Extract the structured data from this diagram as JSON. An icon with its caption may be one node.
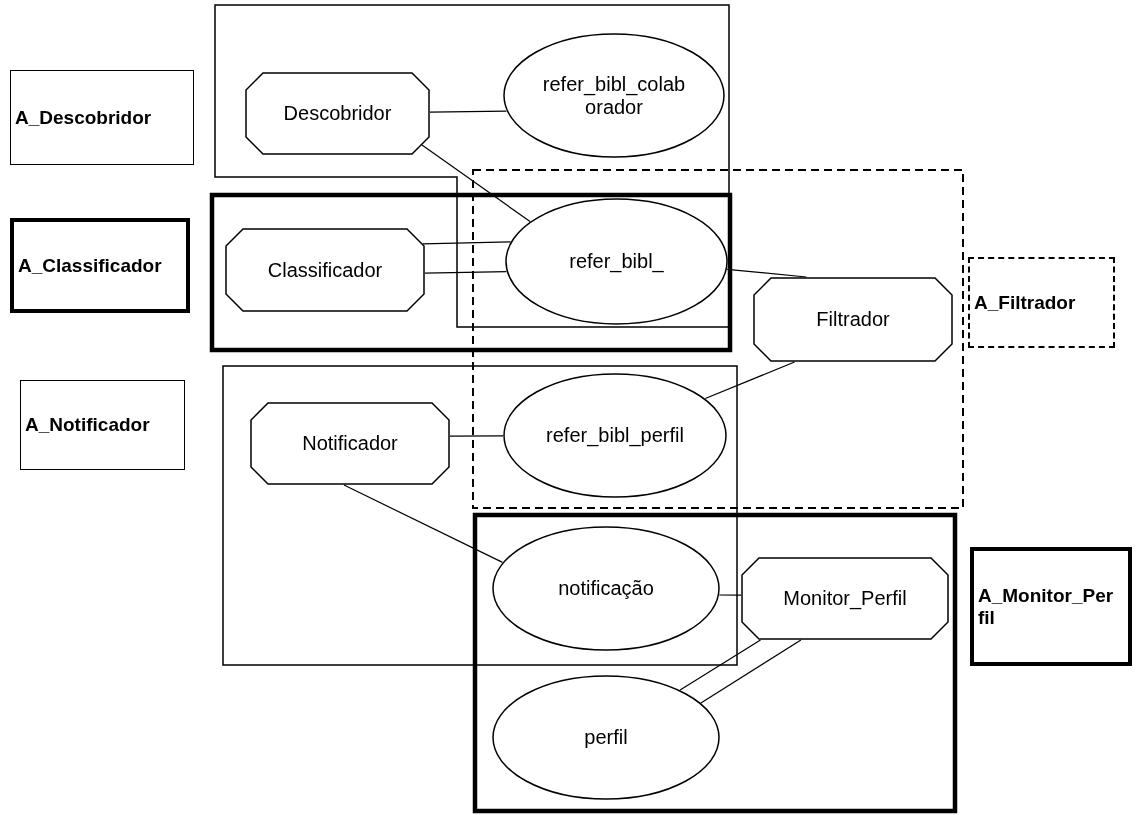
{
  "diagram": {
    "nodes": [
      {
        "text": [
          "A_Descobridor"
        ]
      },
      {
        "text": [
          "Descobridor"
        ]
      },
      {
        "text": [
          "refer_bibl_colaborador"
        ]
      },
      {
        "text": [
          "A_Classificador"
        ]
      },
      {
        "text": [
          "Classificador"
        ]
      },
      {
        "text": [
          "refer_bibl_"
        ]
      },
      {
        "text": [
          "Filtrador"
        ]
      },
      {
        "text": [
          "A_Filtrador"
        ]
      },
      {
        "text": [
          "A_Notificador"
        ]
      },
      {
        "text": [
          "Notificador"
        ]
      },
      {
        "text": [
          "refer_bibl_perfil"
        ]
      },
      {
        "text": [
          "notificação"
        ]
      },
      {
        "text": [
          "Monitor_Perfil"
        ]
      },
      {
        "text": [
          "A_Monitor_Perfil"
        ]
      },
      {
        "text": [
          "perfil"
        ]
      }
    ],
    "edges": [
      {
        "from": 1,
        "to": 2,
        "arrow": "none"
      },
      {
        "from": 1,
        "to": 5,
        "arrow": "none"
      },
      {
        "from": 4,
        "to": 5,
        "arrow": "none"
      },
      {
        "from": 4,
        "to": 5,
        "arrow": "none"
      },
      {
        "from": 5,
        "to": 6,
        "arrow": "none"
      },
      {
        "from": 6,
        "to": 10,
        "arrow": "none"
      },
      {
        "from": 9,
        "to": 10,
        "arrow": "none"
      },
      {
        "from": 9,
        "to": 11,
        "arrow": "none"
      },
      {
        "from": 11,
        "to": 12,
        "arrow": "none"
      },
      {
        "from": 12,
        "to": 14,
        "arrow": "none"
      },
      {
        "from": 12,
        "to": 14,
        "arrow": "none"
      }
    ]
  }
}
